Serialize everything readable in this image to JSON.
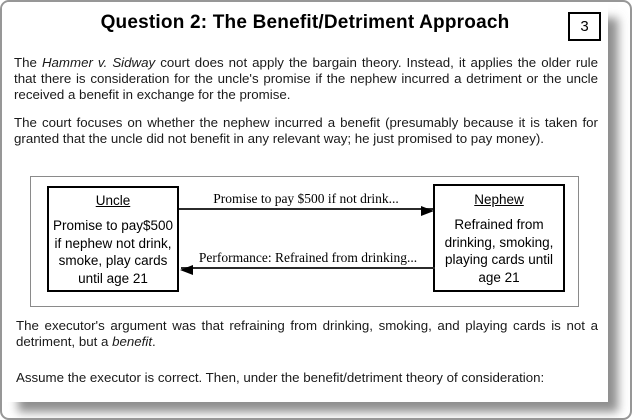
{
  "slide": {
    "title": "Question 2: The Benefit/Detriment Approach",
    "page_number": "3"
  },
  "paragraphs": {
    "p1_pre": "The ",
    "p1_italic": "Hammer v. Sidway",
    "p1_post": " court does not apply the bargain theory. Instead, it applies the older rule that there is consideration for the uncle's promise if the nephew incurred a detriment or the uncle received a benefit in exchange for the promise.",
    "p2": "The court focuses on whether the nephew incurred a benefit (presumably because it is taken for granted that the uncle did not benefit in any relevant way; he just promised to pay money).",
    "p3_pre": "The executor's argument was that refraining from drinking, smoking, and playing cards is not a detriment, but a ",
    "p3_italic": "benefit",
    "p3_post": ".",
    "p4": "Assume the executor is correct. Then, under the benefit/detriment theory of consideration:"
  },
  "diagram": {
    "left_box": {
      "heading": "Uncle",
      "lines": [
        "Promise to pay$500",
        "if nephew not drink,",
        "smoke, play cards",
        "until age 21"
      ]
    },
    "right_box": {
      "heading": "Nephew",
      "lines": [
        "Refrained from",
        "drinking, smoking,",
        "playing cards until",
        "age 21"
      ]
    },
    "top_arrow_label": "Promise to pay $500 if not drink...",
    "bottom_arrow_label": "Performance: Refrained from drinking..."
  },
  "colors": {
    "frame_border": "#979797",
    "diagram_border": "#8a8a8a",
    "box_border": "#000000",
    "text": "#1a1a1a"
  }
}
